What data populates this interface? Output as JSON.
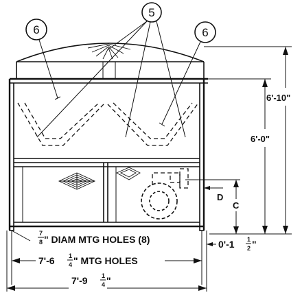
{
  "callouts": {
    "fan_number": "5",
    "panel_number_left": "6",
    "panel_number_right": "6"
  },
  "dimensions": {
    "overall_height": "6'-10\"",
    "frame_height": "6'-0\"",
    "letter_c": "C",
    "letter_d": "D",
    "hole_diam_whole": "",
    "hole_diam_num": "7",
    "hole_diam_den": "8",
    "hole_diam_text": "\" DIAM MTG HOLES (8)",
    "mtg_holes_prefix": "7'-6",
    "mtg_holes_num": "1",
    "mtg_holes_den": "4",
    "mtg_holes_text": "\" MTG HOLES",
    "overall_width_prefix": "7'-9",
    "overall_width_num": "1",
    "overall_width_den": "4",
    "overall_width_suffix": "\"",
    "offset_prefix": "0'-1",
    "offset_num": "1",
    "offset_den": "2",
    "offset_suffix": "\""
  }
}
